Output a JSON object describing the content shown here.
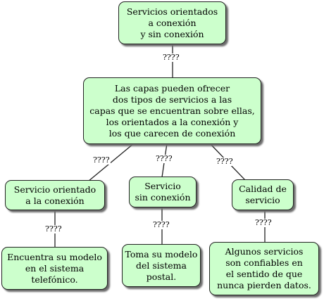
{
  "nodes": {
    "root": "Servicios orientados\na conexión\ny sin conexión",
    "center": "Las capas pueden ofrecer\ndos tipos de servicios a las\ncapas que se encuentran sobre ellas,\nlos orientados a la conexión y\nlos que carecen de conexión",
    "oriented": "Servicio orientado\na la conexión",
    "connectionless": "Servicio\nsin conexión",
    "quality": "Calidad de\nservicio",
    "oriented_example": "Encuentra su modelo\nen el sistema\ntelefónico.",
    "connectionless_example": "Toma su modelo\ndel sistema\npostal.",
    "quality_example": "Algunos servicios\nson confiables en\nel sentido de que\nnunca pierden datos."
  },
  "link_labels": {
    "root_center": "????",
    "center_oriented": "????",
    "center_connectionless": "????",
    "center_quality": "????",
    "oriented_example": "????",
    "connectionless_example": "????",
    "quality_example": "????"
  },
  "colors": {
    "node_fill": "#ccffcc",
    "node_border": "#222222",
    "shadow": "#6d6d6d"
  }
}
